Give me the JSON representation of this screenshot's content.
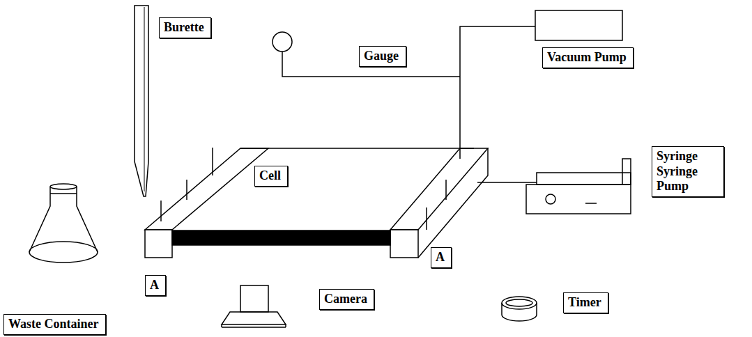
{
  "diagram": {
    "nodes": [
      {
        "text": [
          "Burette"
        ]
      },
      {
        "text": [
          "Gauge"
        ]
      },
      {
        "text": [
          "Vacuum Pump"
        ]
      },
      {
        "text": [
          "Cell"
        ]
      },
      {
        "text": [
          "Syringe Syringe Pump"
        ]
      },
      {
        "text": [
          "A"
        ]
      },
      {
        "text": [
          "A"
        ]
      },
      {
        "text": [
          "Waste Container"
        ]
      },
      {
        "text": [
          "Camera"
        ]
      },
      {
        "text": [
          "Timer"
        ]
      }
    ]
  }
}
